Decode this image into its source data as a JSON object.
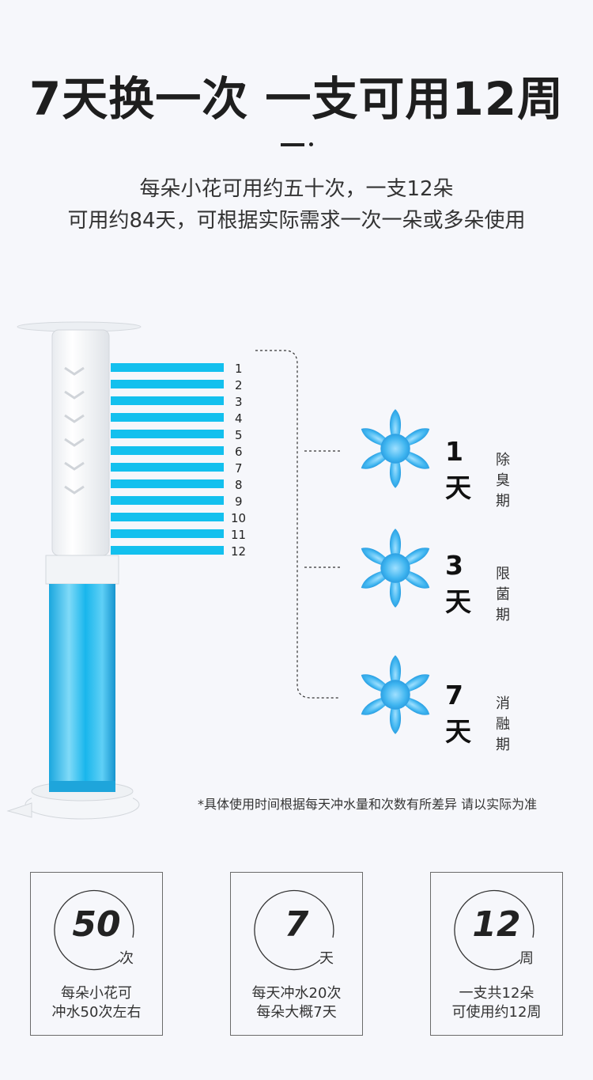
{
  "headline": "7天换一次 一支可用12周",
  "subtitle": {
    "line1": "每朵小花可用约五十次，一支12朵",
    "line2": "可用约84天，可根据实际需求一次一朵或多朵使用"
  },
  "scale_numbers": [
    "1",
    "2",
    "3",
    "4",
    "5",
    "6",
    "7",
    "8",
    "9",
    "10",
    "11",
    "12"
  ],
  "stages": [
    {
      "days": "1天",
      "label": "除臭期"
    },
    {
      "days": "3天",
      "label": "限菌期"
    },
    {
      "days": "7天",
      "label": "消融期"
    }
  ],
  "note": "*具体使用时间根据每天冲水量和次数有所差异 请以实际为准",
  "cards": [
    {
      "value": "50",
      "unit": "次",
      "desc1": "每朵小花可",
      "desc2": "冲水50次左右"
    },
    {
      "value": "7",
      "unit": "天",
      "desc1": "每天冲水20次",
      "desc2": "每朵大概7天"
    },
    {
      "value": "12",
      "unit": "周",
      "desc1": "一支共12朵",
      "desc2": "可使用约12周"
    }
  ],
  "colors": {
    "accent": "#13c0ee",
    "background": "#f6f7fb",
    "flower": "#3fb5f0"
  }
}
